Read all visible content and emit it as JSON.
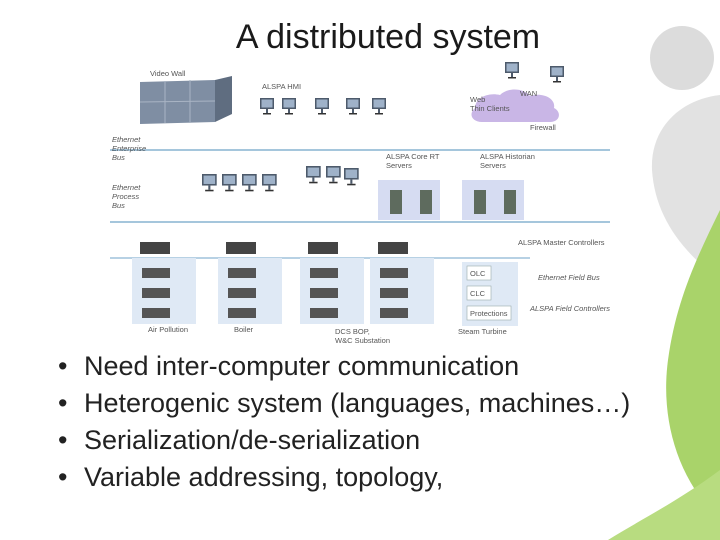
{
  "title": "A distributed system",
  "bullets": [
    "Need inter-computer communication",
    "Heterogenic system (languages, machines…)",
    "Serialization/de-serialization",
    "Variable addressing, topology,"
  ],
  "bullet_glyph": "•",
  "diagram": {
    "labels": {
      "video_wall": "Video Wall",
      "hmi": "ALSPA HMI",
      "web_thin_clients": "Web\nThin Clients",
      "wan": "WAN",
      "firewall": "Firewall",
      "ethernet_enterprise_bus": "Ethernet\nEnterprise\nBus",
      "rt_servers": "ALSPA Core RT\nServers",
      "historian_servers": "ALSPA Historian\nServers",
      "ethernet_process_bus": "Ethernet\nProcess\nBus",
      "master_controllers": "ALSPA Master Controllers",
      "ethernet_field_bus": "Ethernet Field Bus",
      "field_controllers": "ALSPA Field Controllers",
      "olc_1": "OLC",
      "olc_2": "CLC",
      "protections": "Protections",
      "air_pollution": "Air Pollution",
      "boiler": "Boiler",
      "dcs_bop": "DCS BOP,\nW&C Substation",
      "steam_turbine": "Steam Turbine"
    }
  },
  "colors": {
    "bus_line": "#6fa3c8",
    "wan_cloud": "#c9b6e6",
    "server_bg": "#d6dcf2",
    "rack_bg": "#dfe9f5",
    "logo_green": "#9ccc5a",
    "logo_gray": "#dadada"
  }
}
